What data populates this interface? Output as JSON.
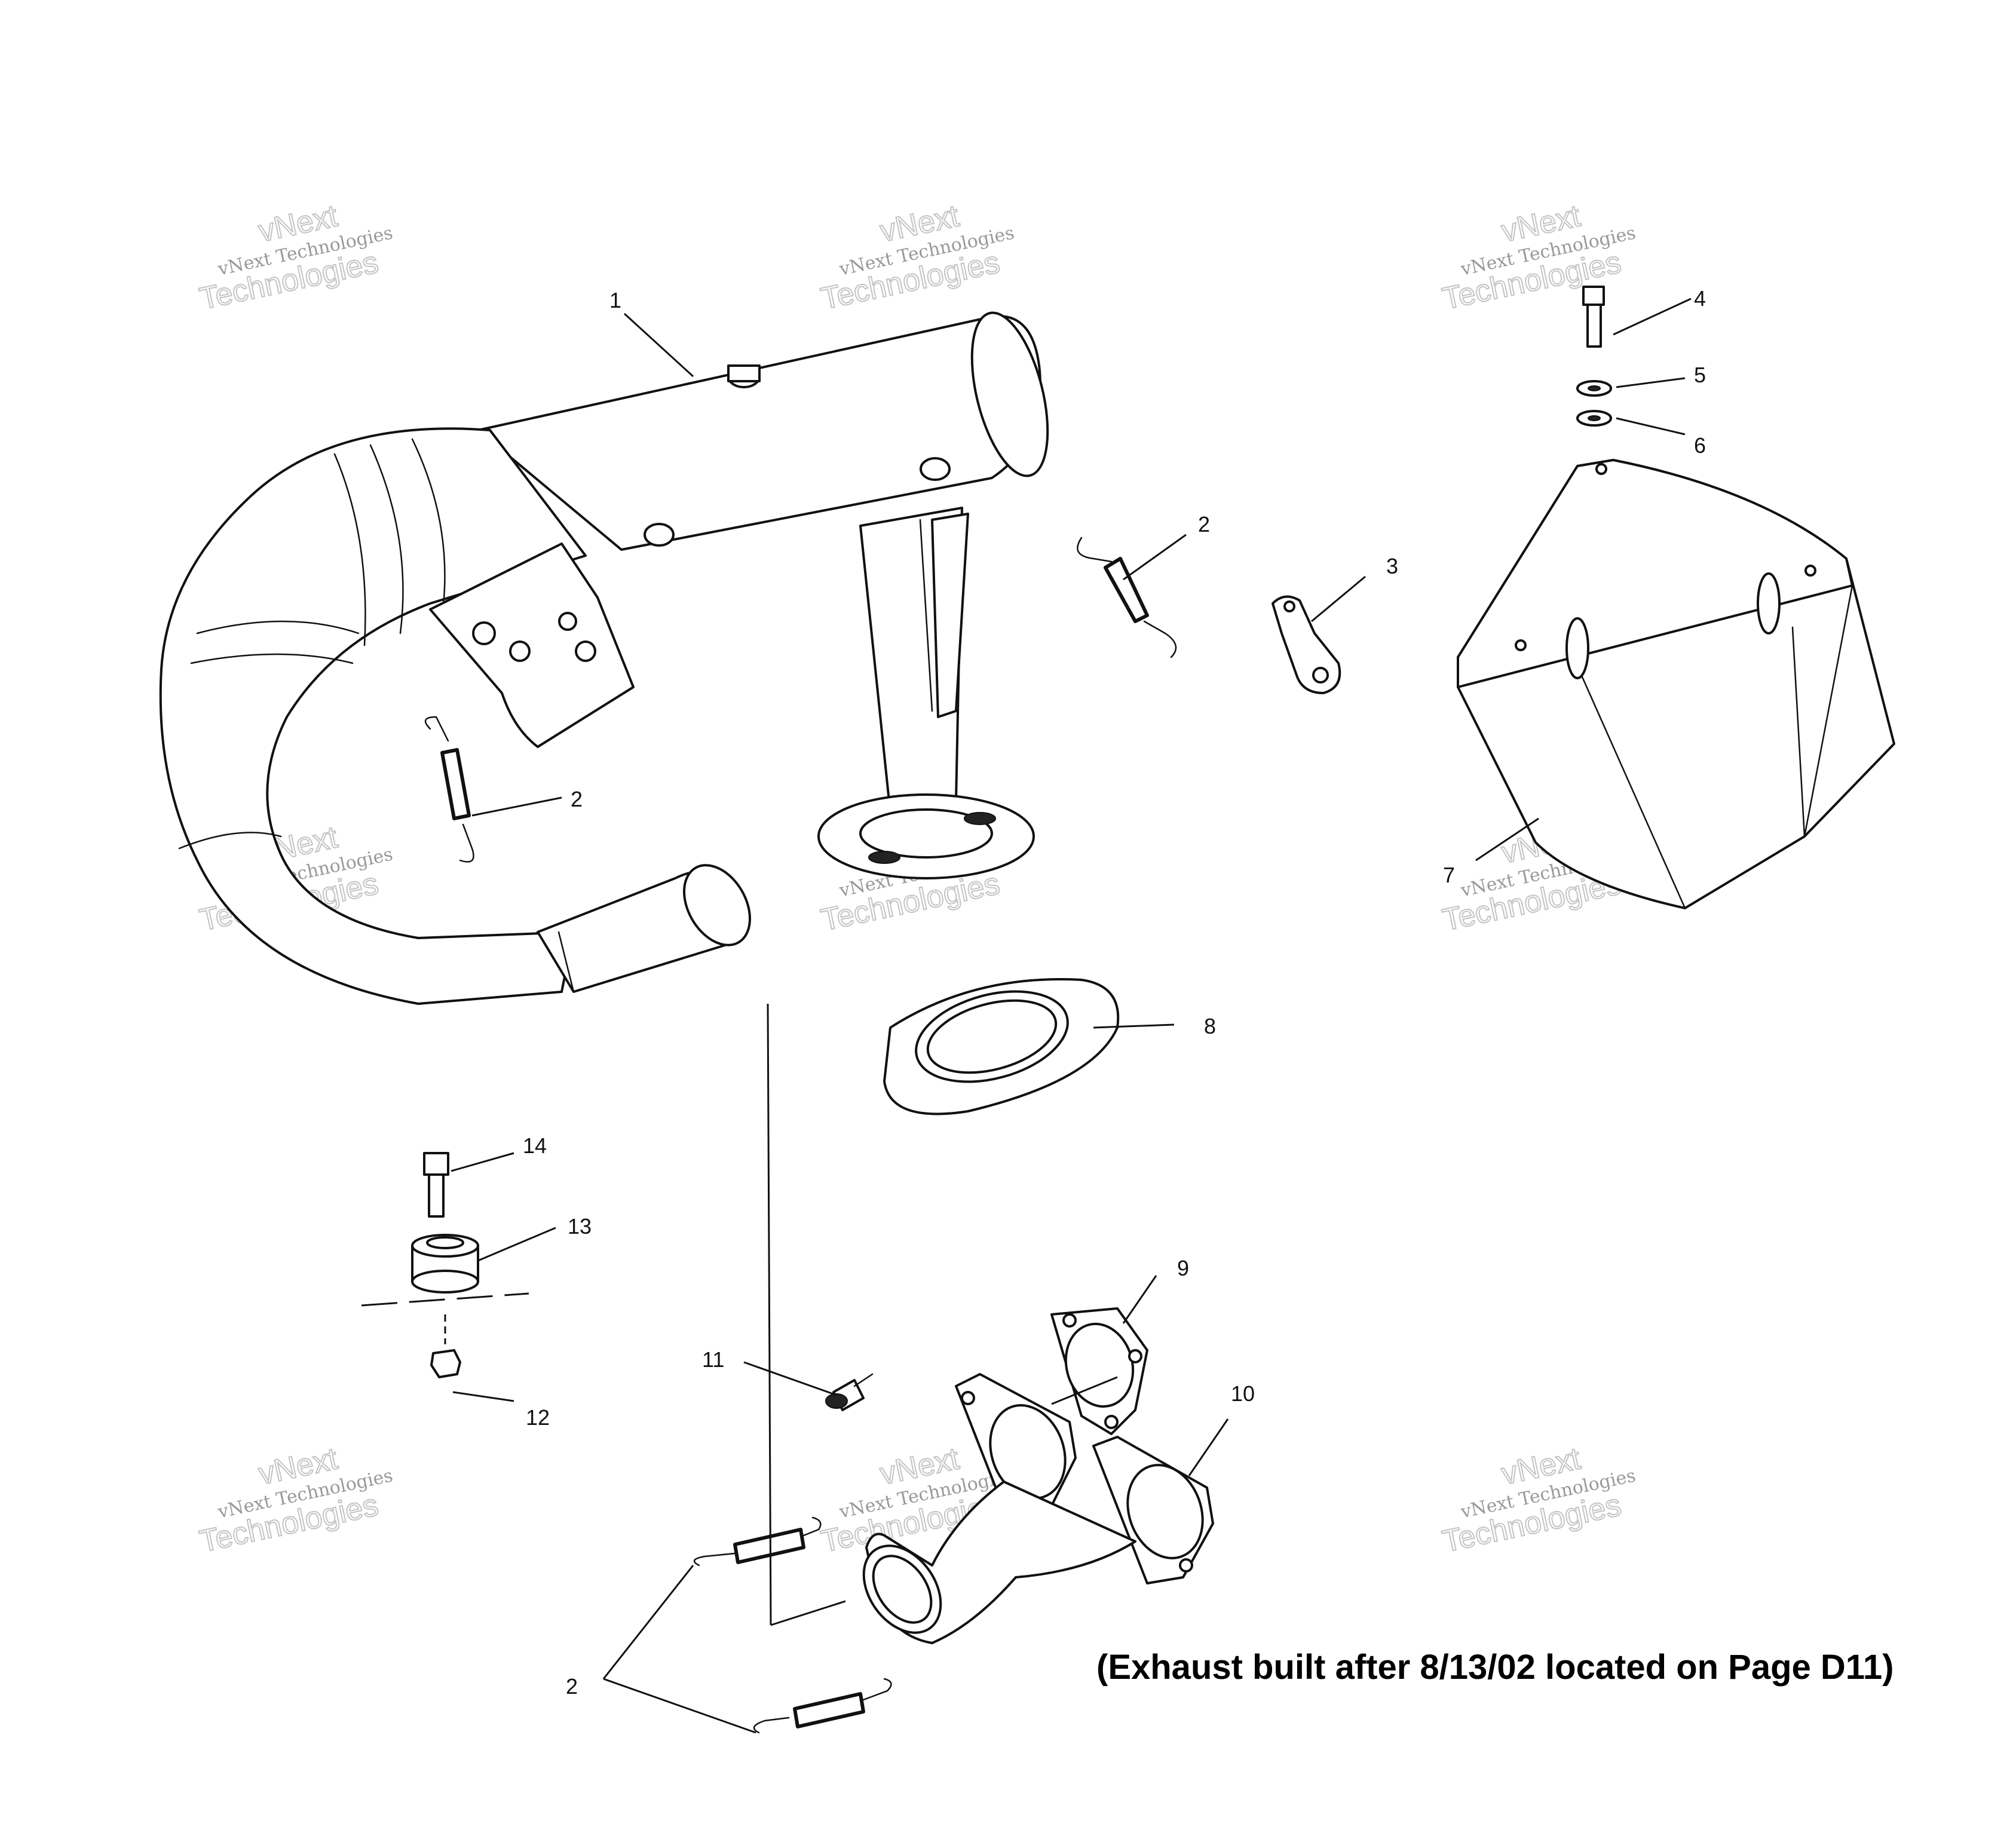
{
  "callouts": [
    "1",
    "2",
    "2",
    "2",
    "3",
    "4",
    "5",
    "6",
    "7",
    "8",
    "9",
    "10",
    "11",
    "12",
    "13",
    "14"
  ],
  "note": "(Exhaust built after 8/13/02 located on Page D11)",
  "watermark": {
    "line1": "vNext",
    "line2": "vNext Technologies",
    "line3": "Technologies"
  }
}
